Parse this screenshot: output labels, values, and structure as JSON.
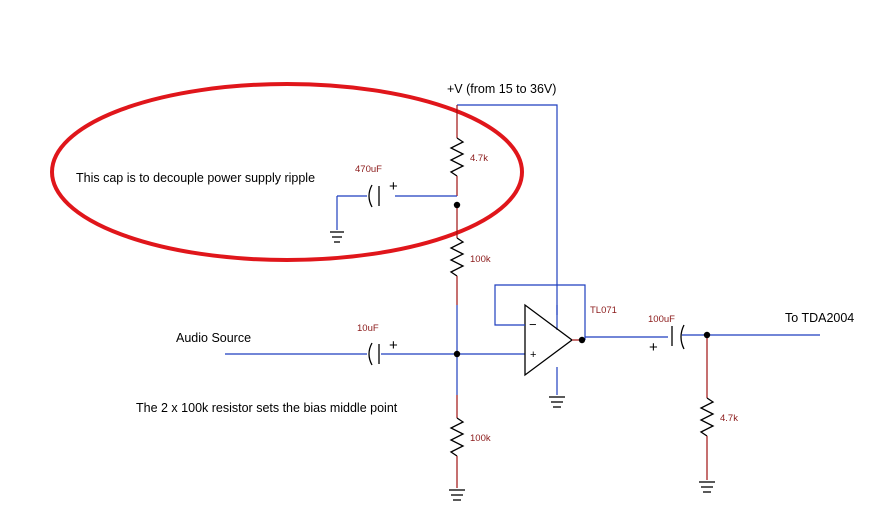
{
  "labels": {
    "supply": "+V (from 15  to 36V)",
    "audio_source": "Audio Source",
    "output": "To TDA2004",
    "note_cap": "This cap is to decouple power supply ripple",
    "note_bias": "The 2 x 100k resistor sets the bias middle point"
  },
  "components": {
    "r_top": "4.7k",
    "r_mid": "100k",
    "r_bottom": "100k",
    "r_out": "4.7k",
    "c_decouple": "470uF",
    "c_input": "10uF",
    "c_output": "100uF",
    "opamp": "TL071"
  },
  "symbols": {
    "plus": "+",
    "minus": "−"
  },
  "colors": {
    "wire": "#1f3fbf",
    "component": "#000000",
    "lead": "#a01010",
    "value_text": "#8b1a1a",
    "highlight": "#e0161b"
  }
}
